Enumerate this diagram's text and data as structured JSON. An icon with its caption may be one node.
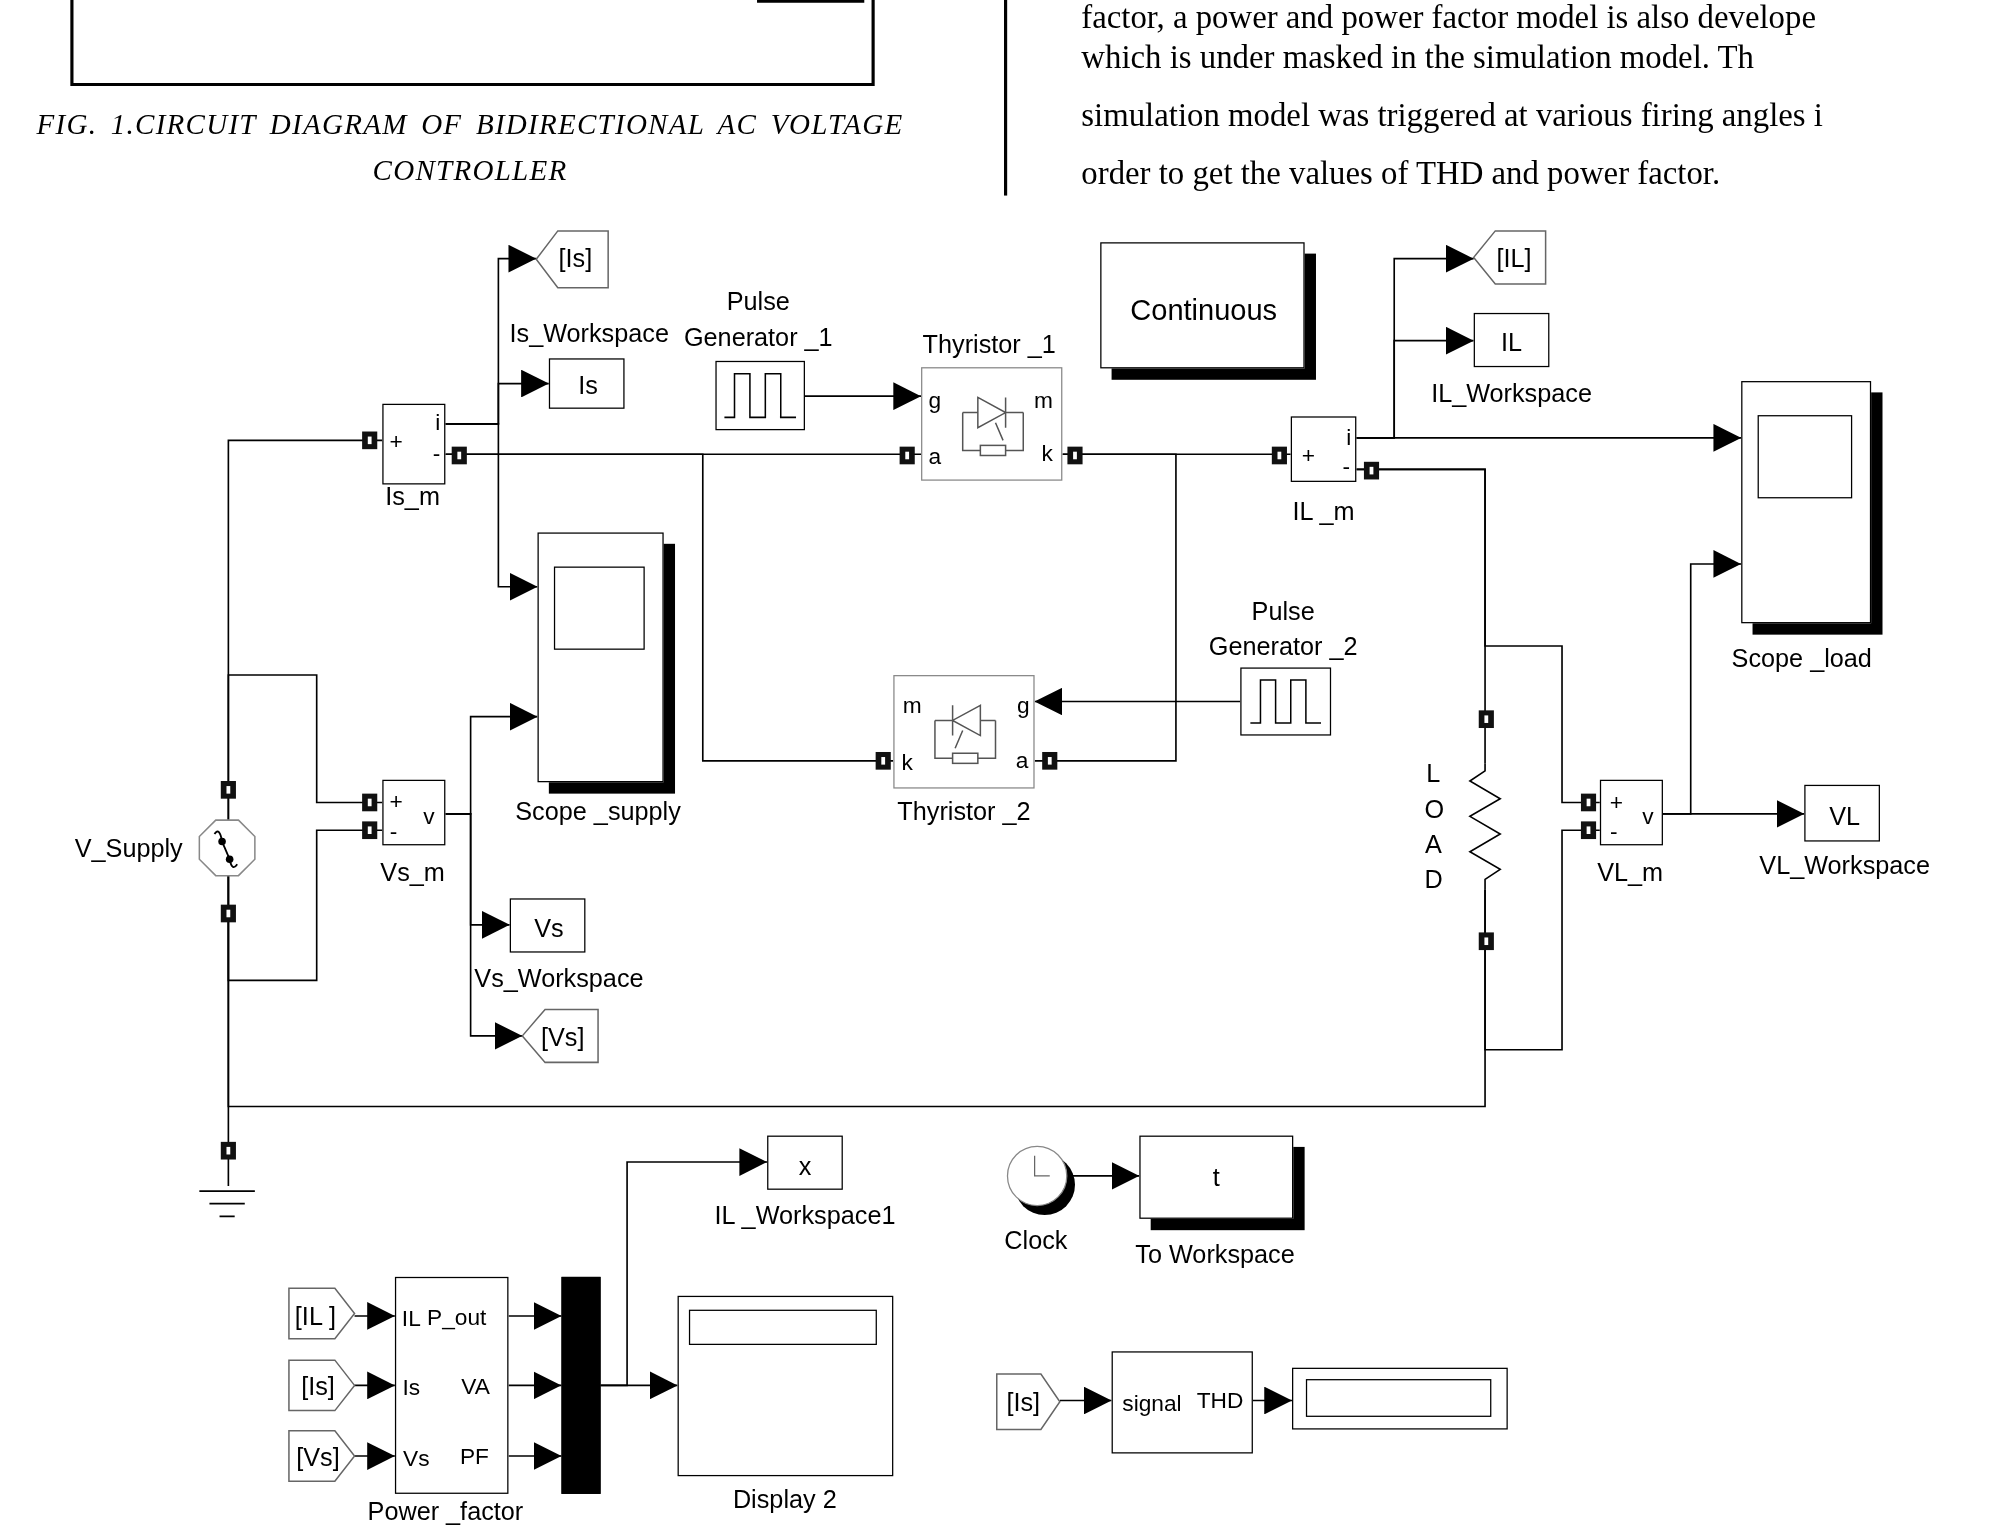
{
  "diagram": {
    "nodes": [
      {
        "text": [
          "[Is]"
        ]
      },
      {
        "text": [
          "Is_Workspace",
          "Is"
        ]
      },
      {
        "text": [
          "Pulse Generator _1"
        ]
      },
      {
        "text": [
          "Thyristor _1",
          "g",
          "m",
          "a",
          "k"
        ]
      },
      {
        "text": [
          "Continuous"
        ]
      },
      {
        "text": [
          "[IL]"
        ]
      },
      {
        "text": [
          "IL",
          "IL_Workspace"
        ]
      },
      {
        "text": [
          "+",
          "i",
          "-",
          "Is_m"
        ]
      },
      {
        "text": [
          "+",
          "i",
          "-",
          "IL _m"
        ]
      },
      {
        "text": [
          "Scope _load"
        ]
      },
      {
        "text": [
          "Scope _supply"
        ]
      },
      {
        "text": [
          "Pulse Generator _2"
        ]
      },
      {
        "text": [
          "m",
          "g",
          "k",
          "a",
          "Thyristor _2"
        ]
      },
      {
        "text": [
          "V_Supply"
        ]
      },
      {
        "text": [
          "+",
          "-",
          "v",
          "Vs_m"
        ]
      },
      {
        "text": [
          "L O A D"
        ]
      },
      {
        "text": [
          "+",
          "-",
          "v",
          "VL_m"
        ]
      },
      {
        "text": [
          "VL",
          "VL_Workspace"
        ]
      },
      {
        "text": [
          "Vs",
          "Vs_Workspace"
        ]
      },
      {
        "text": [
          "[Vs]"
        ]
      },
      {
        "text": [],
        "shape": "ground"
      },
      {
        "text": [
          "x",
          "IL _Workspace1"
        ]
      },
      {
        "text": [
          "Clock"
        ]
      },
      {
        "text": [
          "t",
          "To Workspace"
        ]
      },
      {
        "text": [
          "[IL ]"
        ]
      },
      {
        "text": [
          "[Is]"
        ]
      },
      {
        "text": [
          "[Vs]"
        ]
      },
      {
        "text": [
          "IL",
          "P_out",
          "Is",
          "VA",
          "Vs",
          "PF",
          "Power _factor"
        ]
      },
      {
        "text": [],
        "shape": "bar"
      },
      {
        "text": [
          "Display 2"
        ]
      },
      {
        "text": [
          "[Is]"
        ]
      },
      {
        "text": [
          "signal",
          "THD"
        ]
      },
      {
        "text": [],
        "shape": "box"
      }
    ],
    "edges": [
      {
        "from": 7,
        "to": 0,
        "arrow": "to"
      },
      {
        "from": 7,
        "to": 1,
        "arrow": "to"
      },
      {
        "from": 7,
        "to": 10,
        "arrow": "to"
      },
      {
        "from": 2,
        "to": 3,
        "arrow": "to"
      },
      {
        "from": 8,
        "to": 9,
        "arrow": "to"
      },
      {
        "from": 8,
        "to": 6,
        "arrow": "to"
      },
      {
        "from": 8,
        "to": 5,
        "arrow": "to"
      },
      {
        "from": 13,
        "to": 7,
        "arrow": "none"
      },
      {
        "from": 13,
        "to": 14,
        "arrow": "none"
      },
      {
        "from": 7,
        "to": 3,
        "arrow": "none"
      },
      {
        "from": 7,
        "to": 12,
        "arrow": "none"
      },
      {
        "from": 3,
        "to": 8,
        "arrow": "none"
      },
      {
        "from": 3,
        "to": 12,
        "arrow": "none"
      },
      {
        "from": 11,
        "to": 12,
        "arrow": "to"
      },
      {
        "from": 14,
        "to": 10,
        "arrow": "to"
      },
      {
        "from": 14,
        "to": 18,
        "arrow": "to"
      },
      {
        "from": 14,
        "to": 19,
        "arrow": "to"
      },
      {
        "from": 13,
        "to": 14,
        "arrow": "none"
      },
      {
        "from": 13,
        "to": 20,
        "arrow": "none"
      },
      {
        "from": 13,
        "to": 15,
        "arrow": "none"
      },
      {
        "from": 8,
        "to": 15,
        "arrow": "none"
      },
      {
        "from": 8,
        "to": 16,
        "arrow": "none"
      },
      {
        "from": 15,
        "to": 16,
        "arrow": "none"
      },
      {
        "from": 16,
        "to": 17,
        "arrow": "to"
      },
      {
        "from": 16,
        "to": 9,
        "arrow": "to"
      },
      {
        "from": 22,
        "to": 23,
        "arrow": "to"
      },
      {
        "from": 24,
        "to": 27,
        "arrow": "to"
      },
      {
        "from": 25,
        "to": 27,
        "arrow": "to"
      },
      {
        "from": 26,
        "to": 27,
        "arrow": "to"
      },
      {
        "from": 27,
        "to": 28,
        "arrow": "to"
      },
      {
        "from": 27,
        "to": 28,
        "arrow": "to"
      },
      {
        "from": 27,
        "to": 28,
        "arrow": "to"
      },
      {
        "from": 28,
        "to": 29,
        "arrow": "to"
      },
      {
        "from": 28,
        "to": 21,
        "arrow": "to"
      },
      {
        "from": 30,
        "to": 31,
        "arrow": "to"
      },
      {
        "from": 31,
        "to": 32,
        "arrow": "to"
      }
    ],
    "labels": [
      "FIG. 1.CIRCUIT DIAGRAM OF BIDIRECTIONAL AC VOLTAGE CONTROLLER",
      "factor, a power and power factor model is also develope",
      "which is under masked in the simulation model. Th",
      "simulation model was triggered at various firing angles i",
      "order to get the values of THD and power factor."
    ]
  }
}
